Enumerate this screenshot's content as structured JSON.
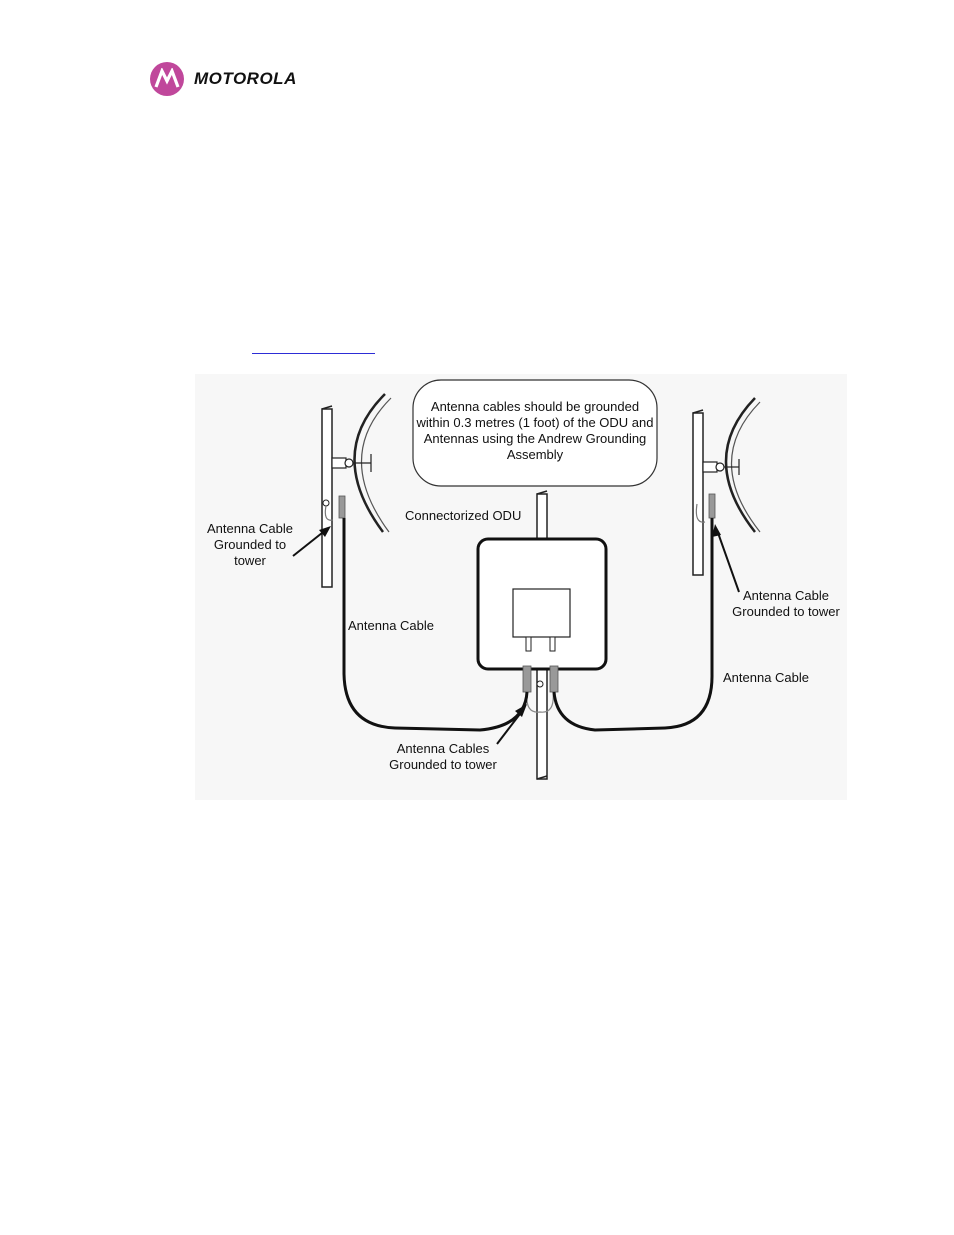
{
  "header": {
    "brand_name": "MOTOROLA",
    "brand_color": "#c0479b",
    "logo_icon": "motorola-batwing-logo"
  },
  "figure": {
    "note": "Antenna cables should be grounded within 0.3 metres (1 foot) of the ODU and Antennas using the Andrew Grounding Assembly",
    "labels": {
      "odu": "Connectorized ODU",
      "left_ground": "Antenna Cable Grounded to tower",
      "right_ground": "Antenna Cable Grounded to tower",
      "left_cable": "Antenna Cable",
      "right_cable": "Antenna Cable",
      "center_ground": "Antenna Cables Grounded to tower"
    }
  }
}
